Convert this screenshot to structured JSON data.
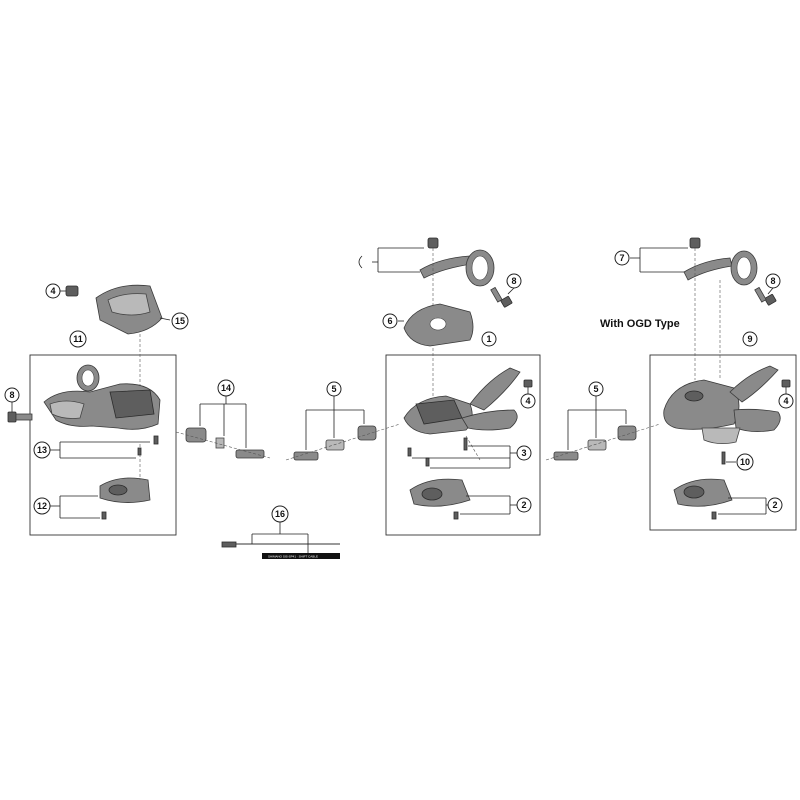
{
  "diagram": {
    "variant_label": "With OGD Type",
    "cable_label_text": "SHIMANO SIS-SP41 · SHIFT CABLE",
    "callouts": {
      "c1": "1",
      "c2a": "2",
      "c2b": "2",
      "c3": "3",
      "c4a": "4",
      "c4b": "4",
      "c4c": "4",
      "c5a": "5",
      "c5b": "5",
      "c6": "6",
      "c7": "7",
      "c8a": "8",
      "c8b": "8",
      "c8c": "8",
      "c9": "9",
      "c10": "10",
      "c11": "11",
      "c12": "12",
      "c13": "13",
      "c14": "14",
      "c15": "15",
      "c16": "16"
    }
  }
}
